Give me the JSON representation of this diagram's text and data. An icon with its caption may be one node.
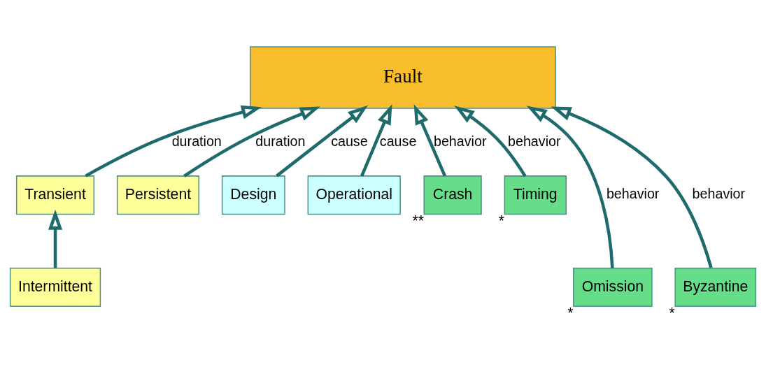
{
  "diagram": {
    "nodes": [
      {
        "text": [
          "Fault"
        ]
      },
      {
        "text": [
          "Transient"
        ]
      },
      {
        "text": [
          "Persistent"
        ]
      },
      {
        "text": [
          "Design"
        ]
      },
      {
        "text": [
          "Operational"
        ]
      },
      {
        "text": [
          "Crash"
        ],
        "beside": [
          "**"
        ]
      },
      {
        "text": [
          "Timing"
        ],
        "beside": [
          "*"
        ]
      },
      {
        "text": [
          "Omission"
        ],
        "beside": [
          "*"
        ]
      },
      {
        "text": [
          "Byzantine"
        ],
        "beside": [
          "*"
        ]
      },
      {
        "text": [
          "Intermittent"
        ]
      }
    ],
    "edges": [
      {
        "from": 1,
        "to": 0,
        "arrow": "to",
        "label": "duration"
      },
      {
        "from": 2,
        "to": 0,
        "arrow": "to",
        "label": "duration"
      },
      {
        "from": 3,
        "to": 0,
        "arrow": "to",
        "label": "cause"
      },
      {
        "from": 4,
        "to": 0,
        "arrow": "to",
        "label": "cause"
      },
      {
        "from": 5,
        "to": 0,
        "arrow": "to",
        "label": "behavior"
      },
      {
        "from": 7,
        "to": 0,
        "arrow": "to",
        "label": "behavior"
      },
      {
        "from": 6,
        "to": 0,
        "arrow": "to",
        "label": "behavior"
      },
      {
        "from": 8,
        "to": 0,
        "arrow": "to",
        "label": "behavior"
      },
      {
        "from": 9,
        "to": 1,
        "arrow": "to"
      }
    ]
  }
}
